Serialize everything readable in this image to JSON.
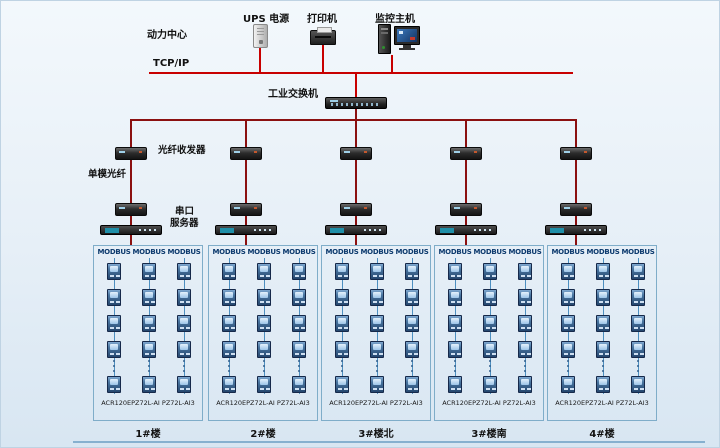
{
  "colors": {
    "bg_top": "#f3f8fc",
    "bg_bottom": "#d8e6f2",
    "tcp_line": "#c80000",
    "bus_line": "#8b1010",
    "box_border": "#7fadc9",
    "column_line": "#4d8fc0",
    "modbus_text": "#0d3a6e",
    "label_text": "#111111"
  },
  "header": {
    "power_center": "动力中心",
    "tcpip_label": "TCP/IP",
    "ups_label": "UPS 电源",
    "printer_label": "打印机",
    "host_label": "监控主机",
    "switch_label": "工业交换机"
  },
  "network": {
    "fiber_transceiver_label": "光纤收发器",
    "single_mode_fiber_label": "单模光纤",
    "serial_server_label_line1": "串口",
    "serial_server_label_line2": "服务器",
    "modbus_label": "MODBUS"
  },
  "groups": [
    {
      "building": "1#楼",
      "models": "ACR120EPZ72L-AI PZ72L-AI3"
    },
    {
      "building": "2#楼",
      "models": "ACR120EPZ72L-AI PZ72L-AI3"
    },
    {
      "building": "3#楼北",
      "models": "ACR120EPZ72L-AI PZ72L-AI3"
    },
    {
      "building": "3#楼南",
      "models": "ACR120EPZ72L-AI PZ72L-AI3"
    },
    {
      "building": "4#楼",
      "models": "ACR120EPZ72L-AI PZ72L-AI3"
    }
  ]
}
